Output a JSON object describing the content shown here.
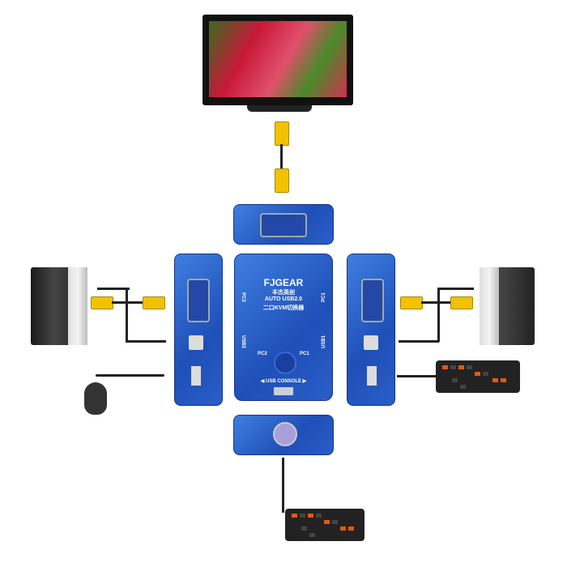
{
  "device": {
    "brand": "FJGEAR",
    "brand_cn": "丰杰英创",
    "model": "AUTO USB2.0",
    "desc": "二口KVM切换器",
    "port_pc2": "PC2",
    "port_pc1": "PC1",
    "port_usb2": "USB2",
    "port_usb1": "USB1",
    "led_pc2": "PC2",
    "led_pc1": "PC1",
    "console": "◀ USB CONSOLE ▶"
  }
}
